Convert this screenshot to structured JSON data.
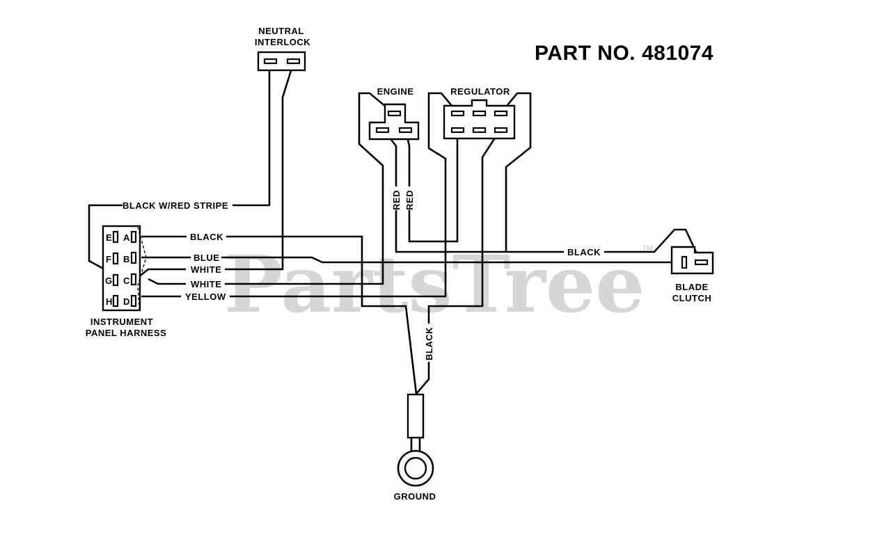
{
  "part_number": "PART NO. 481074",
  "watermark": {
    "text": "PartsTree",
    "trademark": "TM"
  },
  "components": {
    "neutral_interlock": {
      "line1": "NEUTRAL",
      "line2": "INTERLOCK"
    },
    "engine": {
      "label": "ENGINE"
    },
    "regulator": {
      "label": "REGULATOR"
    },
    "blade_clutch": {
      "line1": "BLADE",
      "line2": "CLUTCH"
    },
    "instrument_panel_harness": {
      "line1": "INSTRUMENT",
      "line2": "PANEL HARNESS",
      "pins_left": [
        "E",
        "F",
        "G",
        "H"
      ],
      "pins_right": [
        "A",
        "B",
        "C",
        "D"
      ]
    },
    "ground": {
      "label": "GROUND"
    }
  },
  "wires": {
    "black_red_stripe": "BLACK W/RED STRIPE",
    "black_a": "BLACK",
    "blue": "BLUE",
    "white_1": "WHITE",
    "white_2": "WHITE",
    "yellow": "YELLOW",
    "red_1": "RED",
    "red_2": "RED",
    "black_clutch": "BLACK",
    "black_ground": "BLACK"
  }
}
